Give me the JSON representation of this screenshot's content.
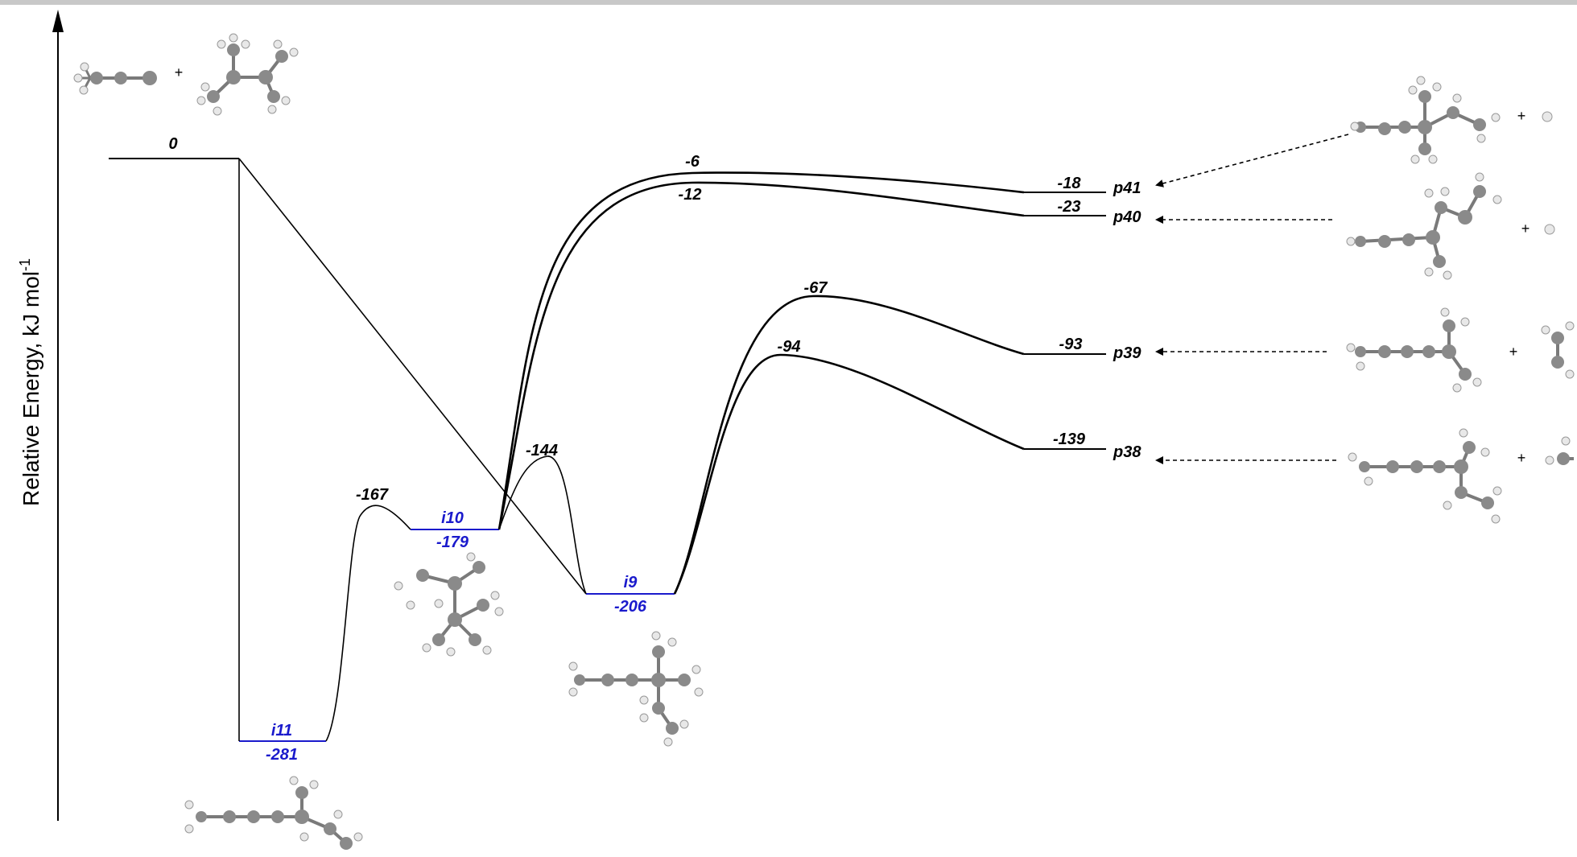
{
  "axis": {
    "ylabel": "Relative Energy, kJ mol",
    "ylabel_sup": "-1"
  },
  "colors": {
    "line": "#000000",
    "intermediate": "#1a1acc",
    "atom_c": "#8a8a8a",
    "atom_h": "#e8e8e8",
    "bond": "#7a7a7a"
  },
  "reactants": {
    "plus": "+",
    "energy": "0"
  },
  "intermediates": [
    {
      "id": "i11",
      "name": "i11",
      "energy": "-281"
    },
    {
      "id": "i10",
      "name": "i10",
      "energy": "-179"
    },
    {
      "id": "i9",
      "name": "i9",
      "energy": "-206"
    }
  ],
  "transition_states": [
    {
      "id": "ts-i11-i10",
      "energy": "-167"
    },
    {
      "id": "ts-i10-i9",
      "energy": "-144"
    },
    {
      "id": "ts-i10-p41",
      "energy": "-6"
    },
    {
      "id": "ts-i10-p40",
      "energy": "-12"
    },
    {
      "id": "ts-i9-p39",
      "energy": "-67"
    },
    {
      "id": "ts-i9-p38",
      "energy": "-94"
    }
  ],
  "products": [
    {
      "id": "p41",
      "name": "p41",
      "energy": "-18",
      "plus": "+"
    },
    {
      "id": "p40",
      "name": "p40",
      "energy": "-23",
      "plus": "+"
    },
    {
      "id": "p39",
      "name": "p39",
      "energy": "-93",
      "plus": "+"
    },
    {
      "id": "p38",
      "name": "p38",
      "energy": "-139",
      "plus": "+"
    }
  ]
}
